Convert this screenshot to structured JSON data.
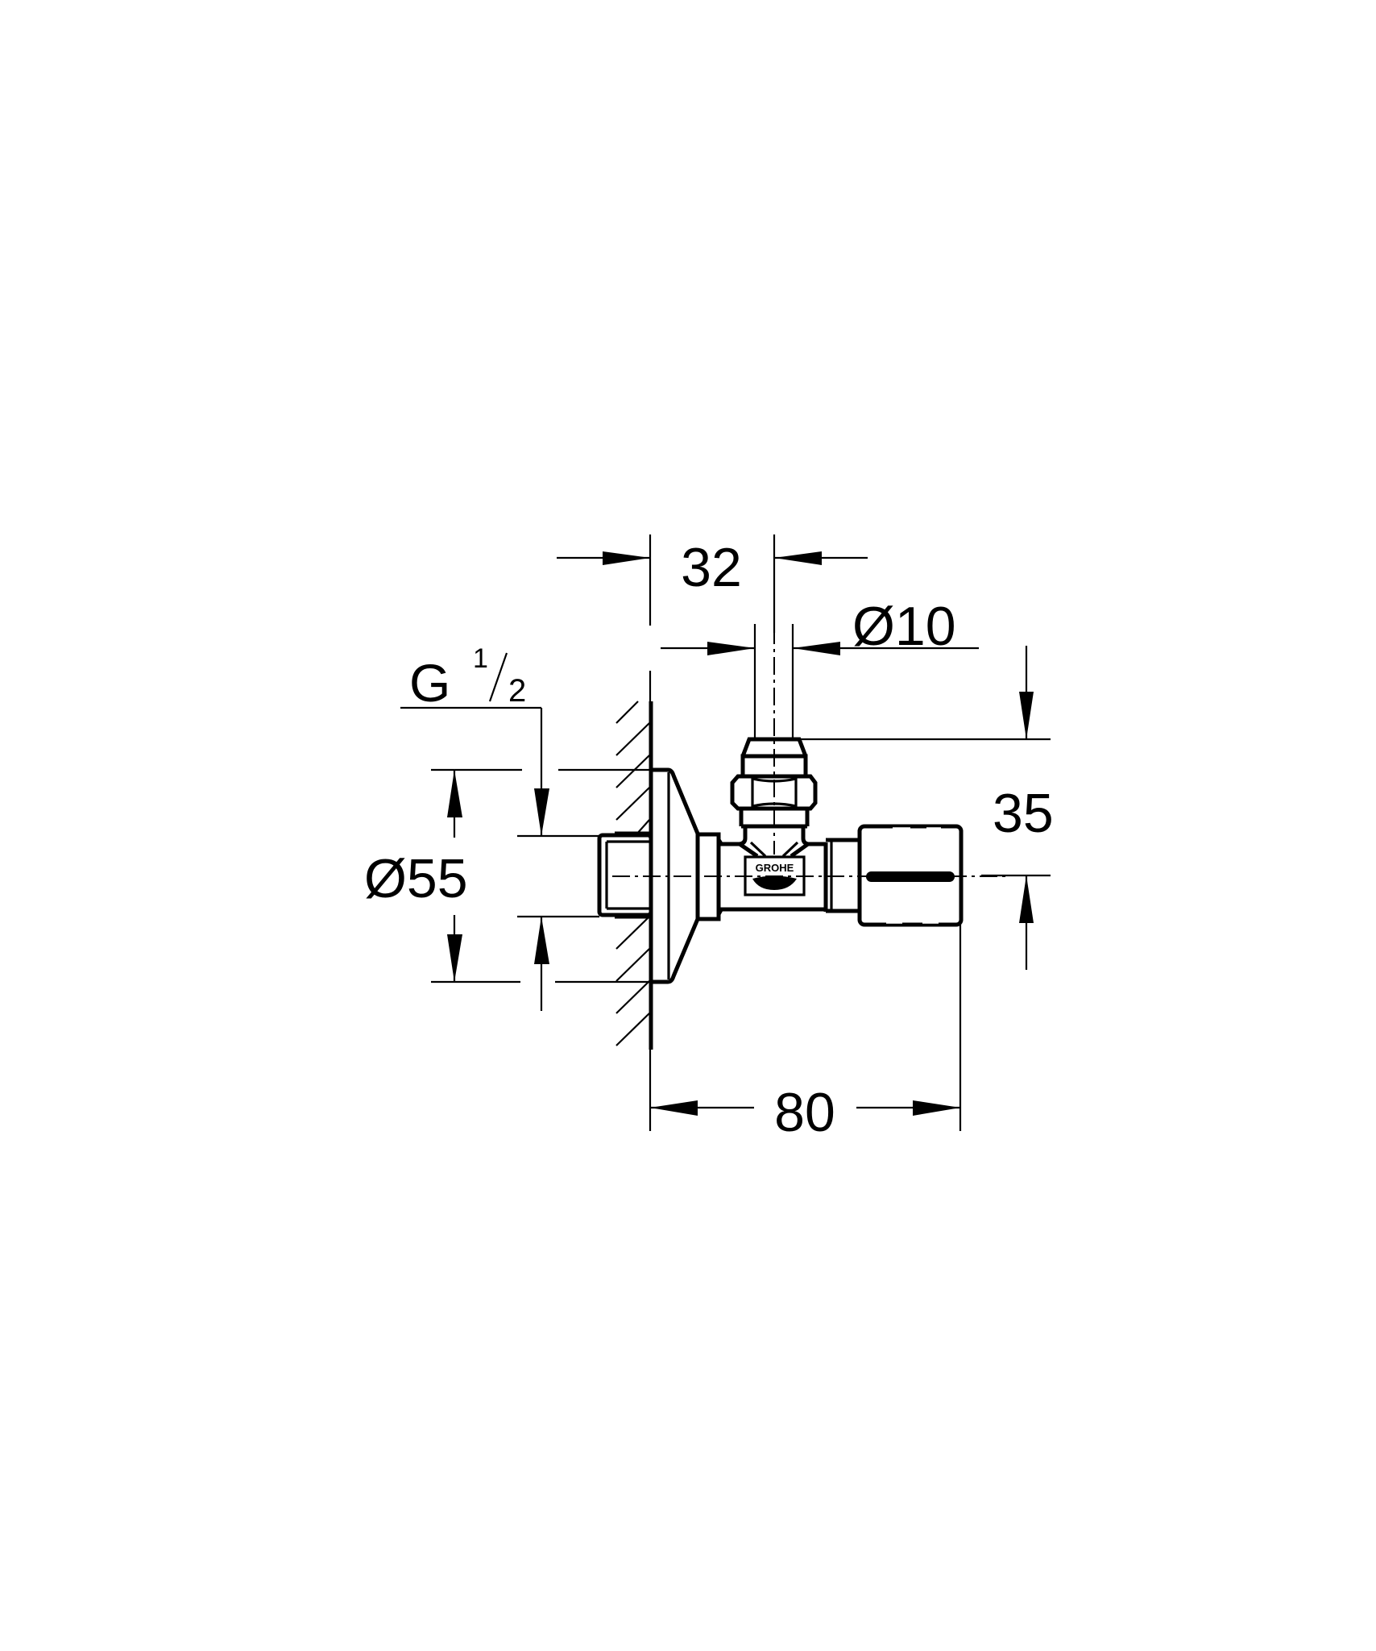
{
  "drawing": {
    "type": "technical-dimension-drawing",
    "subject": "angle valve (side view, wall mounted)",
    "background_color": "#ffffff",
    "line_color": "#000000",
    "brand_logo": "GROHE"
  },
  "dimensions": {
    "d32": {
      "label": "32",
      "meaning": "wall to outlet centerline"
    },
    "d10": {
      "label": "Ø10",
      "meaning": "outlet pipe diameter"
    },
    "d35": {
      "label": "35",
      "meaning": "outlet nut top to valve centerline"
    },
    "d55": {
      "label": "Ø55",
      "meaning": "rosette diameter"
    },
    "d80": {
      "label": "80",
      "meaning": "wall to valve cap end"
    },
    "thread": {
      "main": "G",
      "num": "1",
      "den": "2",
      "meaning": "inlet thread G 1/2"
    }
  }
}
